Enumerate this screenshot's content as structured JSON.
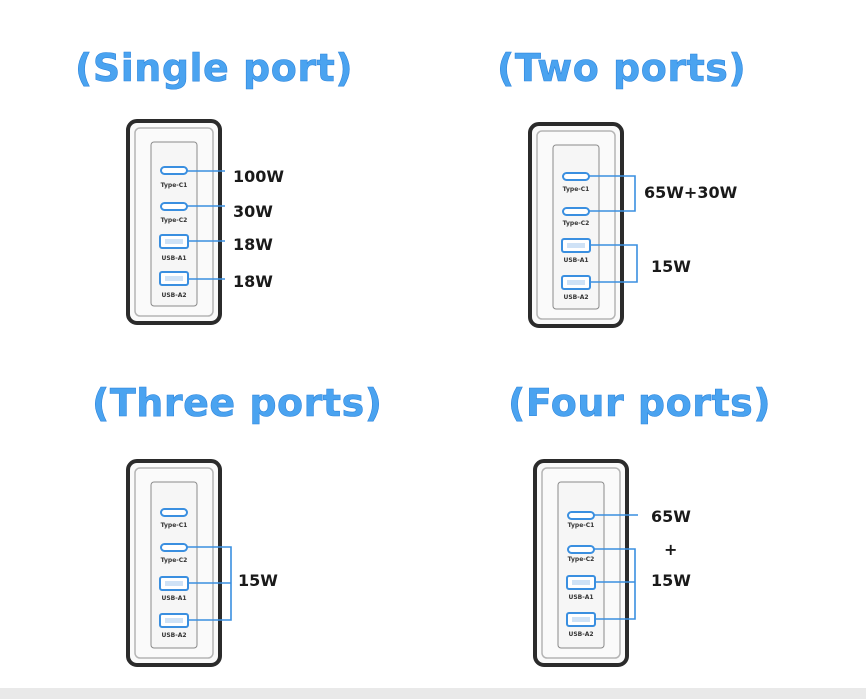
{
  "panels": {
    "single": {
      "title": "(Single port)",
      "ports": [
        "Type-C1",
        "Type-C2",
        "USB-A1",
        "USB-A2"
      ],
      "outputs": [
        "100W",
        "30W",
        "18W",
        "18W"
      ]
    },
    "two": {
      "title": "(Two ports)",
      "ports": [
        "Type-C1",
        "Type-C2",
        "USB-A1",
        "USB-A2"
      ],
      "outputs": [
        "65W+30W",
        "15W"
      ]
    },
    "three": {
      "title": "(Three ports)",
      "ports": [
        "Type-C1",
        "Type-C2",
        "USB-A1",
        "USB-A2"
      ],
      "outputs": [
        "15W"
      ]
    },
    "four": {
      "title": "(Four ports)",
      "ports": [
        "Type-C1",
        "Type-C2",
        "USB-A1",
        "USB-A2"
      ],
      "outputs": [
        "65W",
        "+",
        "15W"
      ]
    }
  },
  "colors": {
    "title": "#4aa3f0",
    "port_outline": "#3a8fe0",
    "charger_body": "#2b2b2b",
    "connector_line": "#3a8fe0"
  }
}
